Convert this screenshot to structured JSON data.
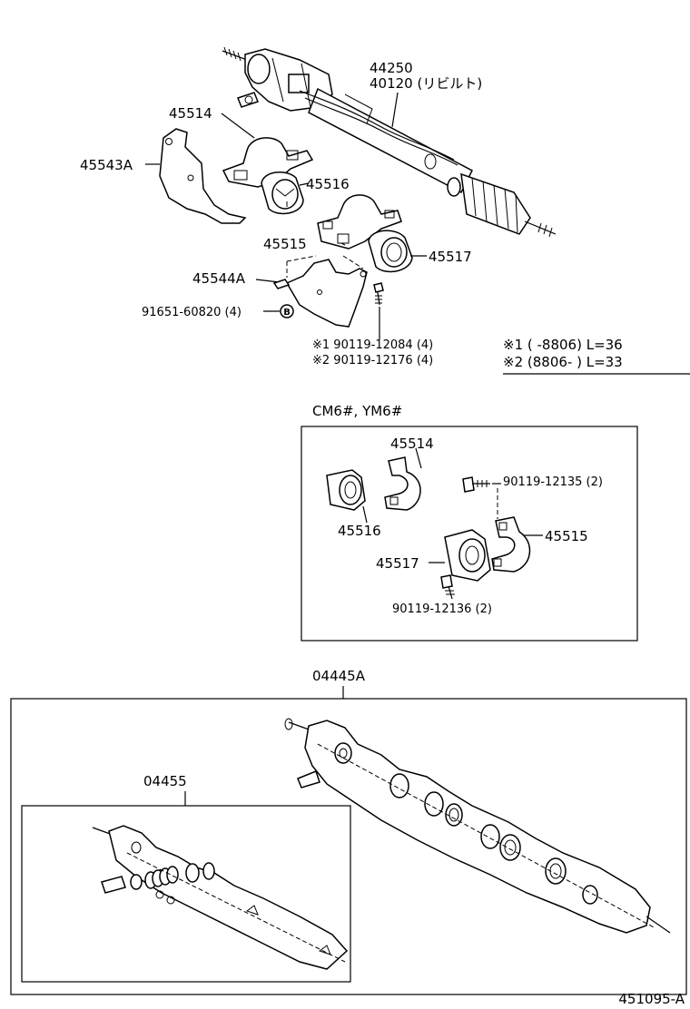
{
  "labels": {
    "p44250": "44250",
    "p40120": "40120 (リビルト)",
    "p45514": "45514",
    "p45543a": "45543A",
    "p45516": "45516",
    "p45515": "45515",
    "p45517": "45517",
    "p45544a": "45544A",
    "p91651": "91651-60820 (4)",
    "callout_b": "B",
    "bolt1": "※1 90119-12084 (4)",
    "bolt2": "※2 90119-12176 (4)"
  },
  "legend": {
    "row1": "※1 (       -8806) L=36",
    "row2": "※2 (8806-       ) L=33"
  },
  "variant": {
    "title": "CM6#, YM6#",
    "p45514": "45514",
    "p45516": "45516",
    "p90119_12135": "90119-12135 (2)",
    "p45515": "45515",
    "p45517": "45517",
    "p90119_12136": "90119-12136 (2)"
  },
  "kit": {
    "outer_label": "04445A",
    "inner_label": "04455"
  },
  "footer": {
    "code": "451095-A"
  }
}
